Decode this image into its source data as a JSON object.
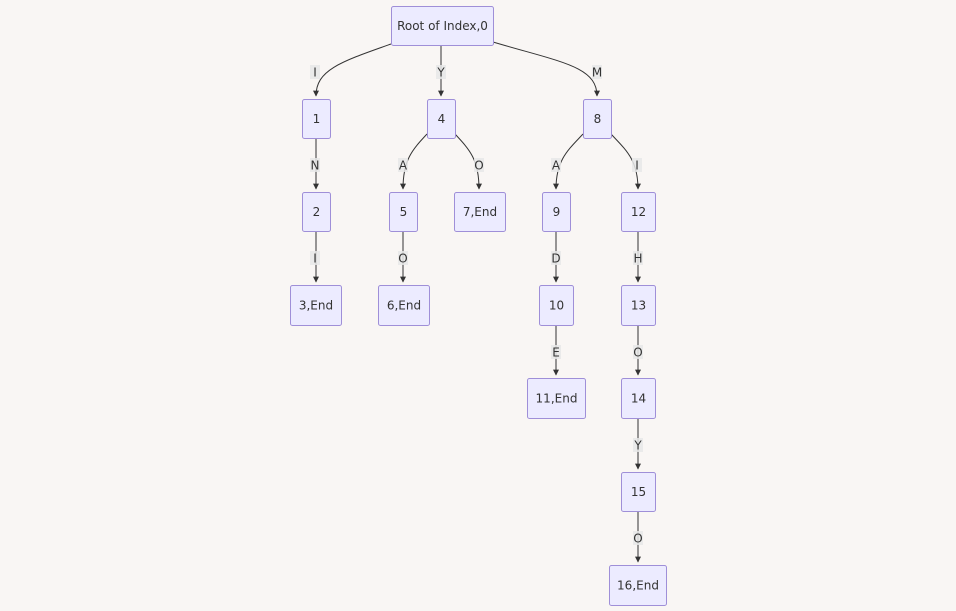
{
  "diagram": {
    "type": "trie",
    "colors": {
      "background": "#f9f6f4",
      "node_fill": "#ecebff",
      "node_stroke": "#9f8fd8",
      "edge": "#333333",
      "label_bg": "#e8e8e8"
    },
    "nodes": [
      {
        "id": "n0",
        "label": "Root of Index,0"
      },
      {
        "id": "n1",
        "label": "1"
      },
      {
        "id": "n2",
        "label": "2"
      },
      {
        "id": "n3",
        "label": "3,End"
      },
      {
        "id": "n4",
        "label": "4"
      },
      {
        "id": "n5",
        "label": "5"
      },
      {
        "id": "n6",
        "label": "6,End"
      },
      {
        "id": "n7",
        "label": "7,End"
      },
      {
        "id": "n8",
        "label": "8"
      },
      {
        "id": "n9",
        "label": "9"
      },
      {
        "id": "n10",
        "label": "10"
      },
      {
        "id": "n11",
        "label": "11,End"
      },
      {
        "id": "n12",
        "label": "12"
      },
      {
        "id": "n13",
        "label": "13"
      },
      {
        "id": "n14",
        "label": "14"
      },
      {
        "id": "n15",
        "label": "15"
      },
      {
        "id": "n16",
        "label": "16,End"
      }
    ],
    "edges": [
      {
        "from": "n0",
        "to": "n1",
        "label": "I"
      },
      {
        "from": "n0",
        "to": "n4",
        "label": "Y"
      },
      {
        "from": "n0",
        "to": "n8",
        "label": "M"
      },
      {
        "from": "n1",
        "to": "n2",
        "label": "N"
      },
      {
        "from": "n2",
        "to": "n3",
        "label": "I"
      },
      {
        "from": "n4",
        "to": "n5",
        "label": "A"
      },
      {
        "from": "n4",
        "to": "n7",
        "label": "O"
      },
      {
        "from": "n5",
        "to": "n6",
        "label": "O"
      },
      {
        "from": "n8",
        "to": "n9",
        "label": "A"
      },
      {
        "from": "n8",
        "to": "n12",
        "label": "I"
      },
      {
        "from": "n9",
        "to": "n10",
        "label": "D"
      },
      {
        "from": "n10",
        "to": "n11",
        "label": "E"
      },
      {
        "from": "n12",
        "to": "n13",
        "label": "H"
      },
      {
        "from": "n13",
        "to": "n14",
        "label": "O"
      },
      {
        "from": "n14",
        "to": "n15",
        "label": "Y"
      },
      {
        "from": "n15",
        "to": "n16",
        "label": "O"
      }
    ]
  }
}
